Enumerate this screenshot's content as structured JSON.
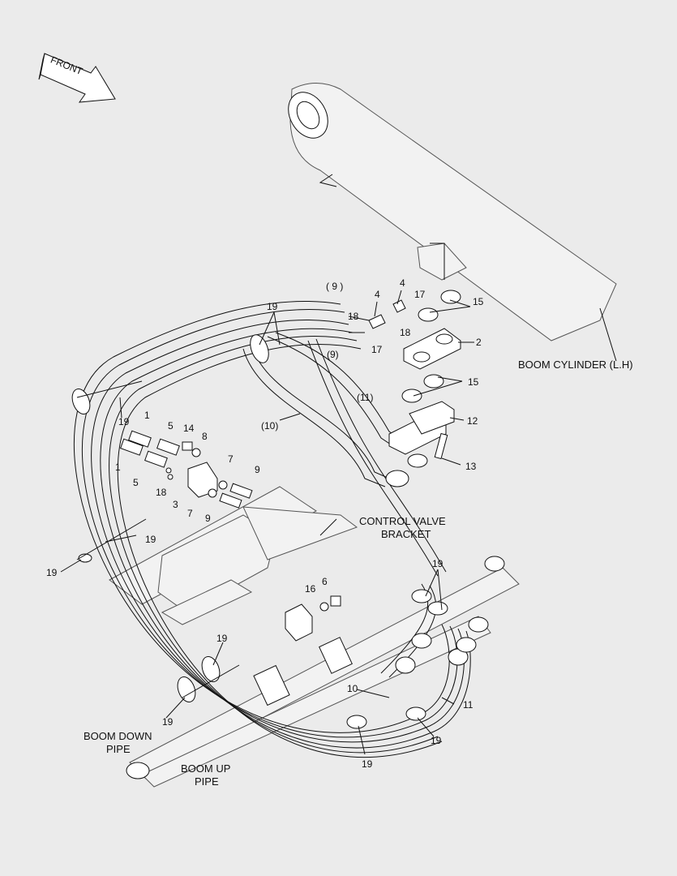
{
  "front_arrow": {
    "text": "FRONT"
  },
  "labels": {
    "boom_cylinder": "BOOM CYLINDER (L.H)",
    "control_valve_bracket_1": "CONTROL VALVE",
    "control_valve_bracket_2": "BRACKET",
    "boom_down_pipe_1": "BOOM DOWN",
    "boom_down_pipe_2": "PIPE",
    "boom_up_pipe_1": "BOOM UP",
    "boom_up_pipe_2": "PIPE"
  },
  "callouts": {
    "c1a": "1",
    "c1b": "1",
    "c2": "2",
    "c3": "3",
    "c4a": "4",
    "c4b": "4",
    "c5a": "5",
    "c5b": "5",
    "c6": "6",
    "c7a": "7",
    "c7b": "7",
    "c8": "8",
    "c9a": "9",
    "c9b": "9",
    "c9p1": "( 9 )",
    "c9p2": "(9)",
    "c10p": "(10)",
    "c10": "10",
    "c11p": "(11)",
    "c11": "11",
    "c12": "12",
    "c13": "13",
    "c14": "14",
    "c15a": "15",
    "c15b": "15",
    "c16": "16",
    "c17a": "17",
    "c17b": "17",
    "c18a": "18",
    "c18b": "18",
    "c18c": "18",
    "c19a": "19",
    "c19b": "19",
    "c19c": "19",
    "c19d": "19",
    "c19e": "19",
    "c19f": "19",
    "c19g": "19",
    "c19h": "19",
    "c19i": "19"
  }
}
